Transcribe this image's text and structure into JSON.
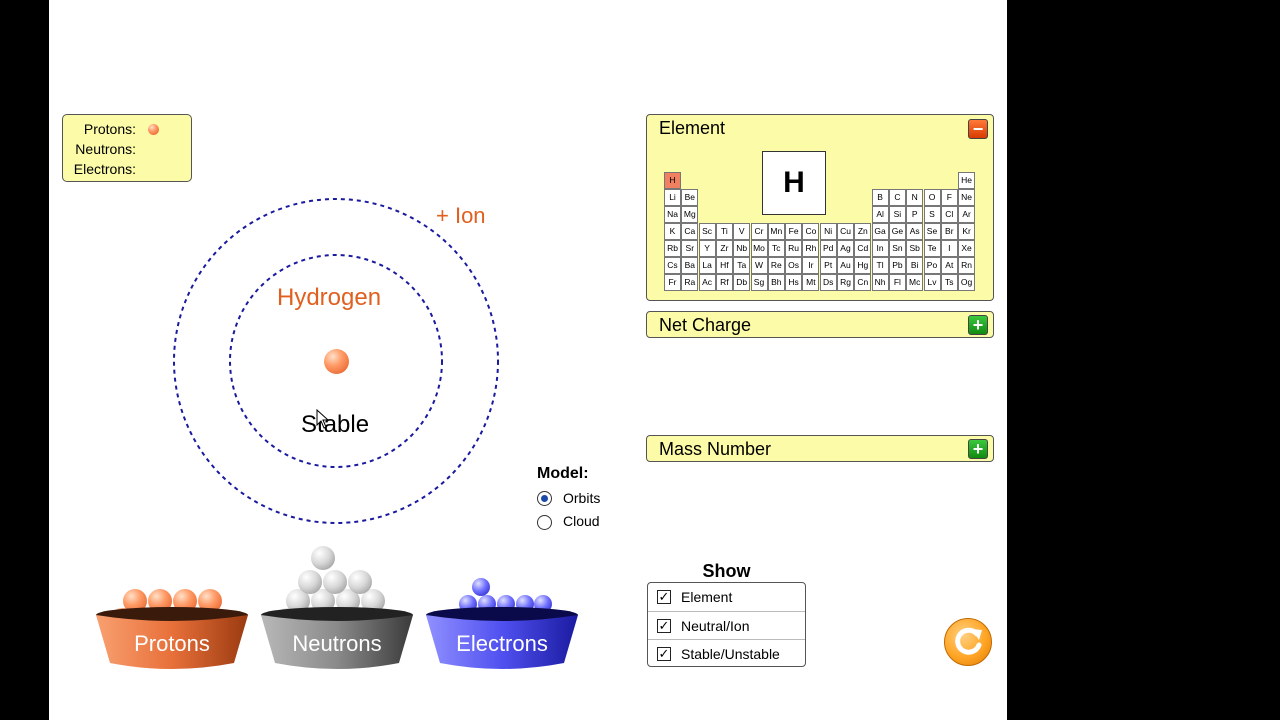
{
  "count_panel": {
    "protons_label": "Protons:",
    "neutrons_label": "Neutrons:",
    "electrons_label": "Electrons:",
    "protons": 1,
    "neutrons": 0,
    "electrons": 0
  },
  "atom": {
    "element_name": "Hydrogen",
    "stability": "Stable",
    "charge_label": "+ Ion"
  },
  "model": {
    "title": "Model:",
    "options": [
      "Orbits",
      "Cloud"
    ],
    "selected": "Orbits"
  },
  "element_panel": {
    "title": "Element",
    "symbol": "H",
    "selected": "H",
    "periodic_table": [
      [
        "H",
        "",
        "",
        "",
        "",
        "",
        "",
        "",
        "",
        "",
        "",
        "",
        "",
        "",
        "",
        "",
        "",
        "He"
      ],
      [
        "Li",
        "Be",
        "",
        "",
        "",
        "",
        "",
        "",
        "",
        "",
        "",
        "",
        "B",
        "C",
        "N",
        "O",
        "F",
        "Ne"
      ],
      [
        "Na",
        "Mg",
        "",
        "",
        "",
        "",
        "",
        "",
        "",
        "",
        "",
        "",
        "Al",
        "Si",
        "P",
        "S",
        "Cl",
        "Ar"
      ],
      [
        "K",
        "Ca",
        "Sc",
        "Ti",
        "V",
        "Cr",
        "Mn",
        "Fe",
        "Co",
        "Ni",
        "Cu",
        "Zn",
        "Ga",
        "Ge",
        "As",
        "Se",
        "Br",
        "Kr"
      ],
      [
        "Rb",
        "Sr",
        "Y",
        "Zr",
        "Nb",
        "Mo",
        "Tc",
        "Ru",
        "Rh",
        "Pd",
        "Ag",
        "Cd",
        "In",
        "Sn",
        "Sb",
        "Te",
        "I",
        "Xe"
      ],
      [
        "Cs",
        "Ba",
        "La",
        "Hf",
        "Ta",
        "W",
        "Re",
        "Os",
        "Ir",
        "Pt",
        "Au",
        "Hg",
        "Tl",
        "Pb",
        "Bi",
        "Po",
        "At",
        "Rn"
      ],
      [
        "Fr",
        "Ra",
        "Ac",
        "Rf",
        "Db",
        "Sg",
        "Bh",
        "Hs",
        "Mt",
        "Ds",
        "Rg",
        "Cn",
        "Nh",
        "Fl",
        "Mc",
        "Lv",
        "Ts",
        "Og"
      ]
    ]
  },
  "net_charge_panel": {
    "title": "Net Charge"
  },
  "mass_number_panel": {
    "title": "Mass Number"
  },
  "show_panel": {
    "title": "Show",
    "options": [
      {
        "label": "Element",
        "checked": true
      },
      {
        "label": "Neutral/Ion",
        "checked": true
      },
      {
        "label": "Stable/Unstable",
        "checked": true
      }
    ]
  },
  "buckets": {
    "protons": "Protons",
    "neutrons": "Neutrons",
    "electrons": "Electrons"
  },
  "colors": {
    "proton": "#ff8a4e",
    "neutron": "#c8c8c8",
    "electron": "#5050f0",
    "panel_yellow": "#fcfca8",
    "orbit_blue": "#1a1aa0",
    "label_orange": "#e06020"
  },
  "icons": {
    "reset": "reset-arrow-icon",
    "check": "check-icon"
  }
}
